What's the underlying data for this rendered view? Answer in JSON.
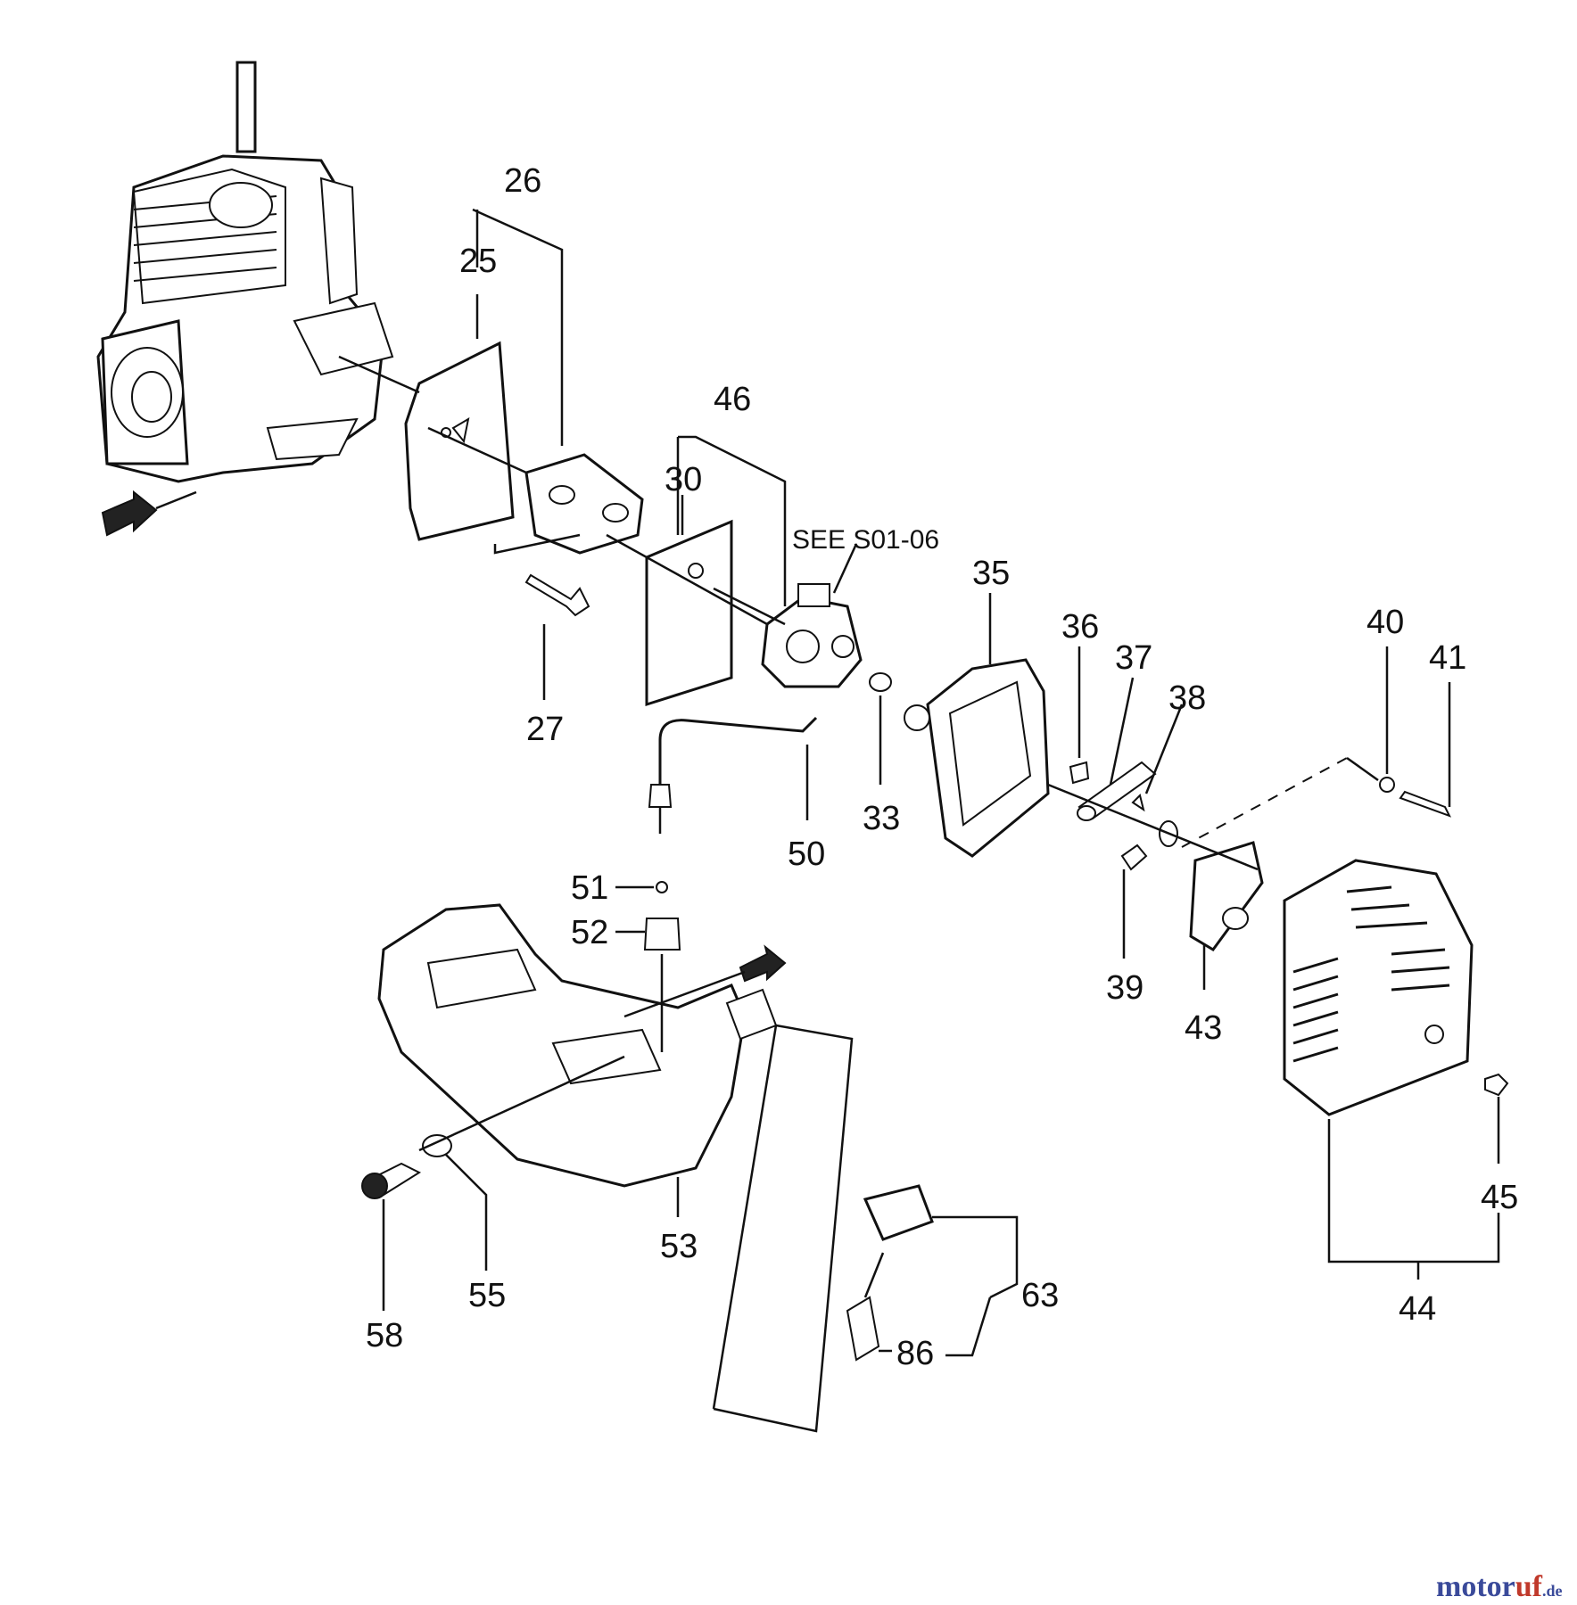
{
  "diagram": {
    "callouts": {
      "c25": "25",
      "c26": "26",
      "c27": "27",
      "c30": "30",
      "c33": "33",
      "c35": "35",
      "c36": "36",
      "c37": "37",
      "c38": "38",
      "c39": "39",
      "c40": "40",
      "c41": "41",
      "c43": "43",
      "c44": "44",
      "c45": "45",
      "c46": "46",
      "c50": "50",
      "c51": "51",
      "c52": "52",
      "c53": "53",
      "c55": "55",
      "c58": "58",
      "c63": "63",
      "c86": "86"
    },
    "reference_note": "SEE S01-06"
  },
  "watermark": {
    "part1": "motor",
    "part2": "uf",
    "suffix": ".de",
    "color1": "#3a4a9a",
    "color2": "#c0392b"
  }
}
